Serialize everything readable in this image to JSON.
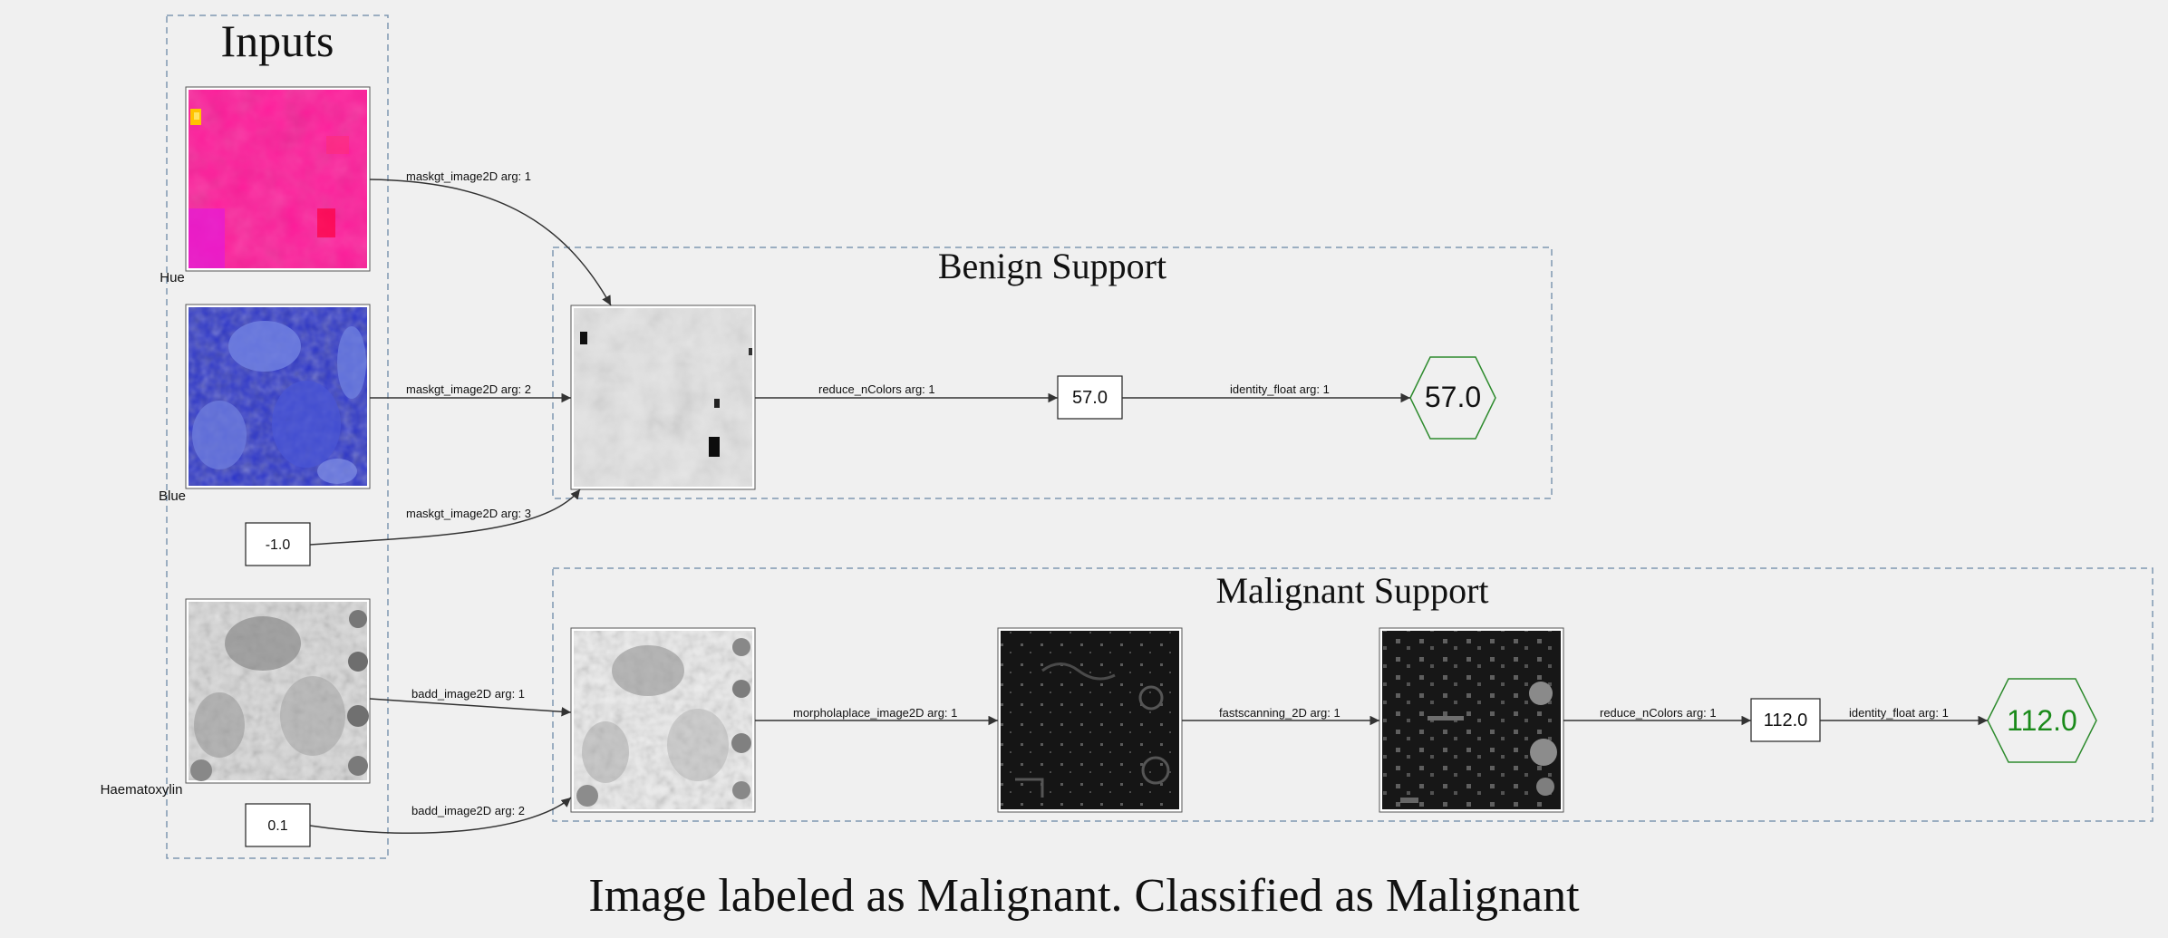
{
  "clusters": {
    "inputs": {
      "title": "Inputs"
    },
    "benign": {
      "title": "Benign Support"
    },
    "malignant": {
      "title": "Malignant Support"
    }
  },
  "input_labels": {
    "hue": "Hue",
    "blue": "Blue",
    "haematoxylin": "Haematoxylin"
  },
  "constants": {
    "neg_one": "-1.0",
    "point_one": "0.1"
  },
  "benign_chain": {
    "value_box": "57.0",
    "output": "57.0"
  },
  "malignant_chain": {
    "value_box": "112.0",
    "output": "112.0"
  },
  "edges": {
    "hue_to_mask": "maskgt_image2D arg: 1",
    "blue_to_mask": "maskgt_image2D arg: 2",
    "const_to_mask": "maskgt_image2D arg: 3",
    "mask_to_reduce": "reduce_nColors arg: 1",
    "benign_identity": "identity_float arg: 1",
    "haem_to_badd": "badd_image2D arg: 1",
    "const_to_badd": "badd_image2D arg: 2",
    "badd_to_morph": "morpholaplace_image2D arg: 1",
    "morph_to_fast": "fastscanning_2D arg: 1",
    "fast_to_reduce": "reduce_nColors arg: 1",
    "malignant_identity": "identity_float arg: 1"
  },
  "caption": "Image labeled as Malignant. Classified as Malignant",
  "colors": {
    "background": "#f0f0f0",
    "cluster_border": "#7f97b1",
    "edge": "#333333",
    "output_border": "#2e8b2e",
    "malignant_output_text": "#1a8a1a",
    "hue_fill": "#ff1a9a",
    "blue_fill": "#2a33c8"
  }
}
